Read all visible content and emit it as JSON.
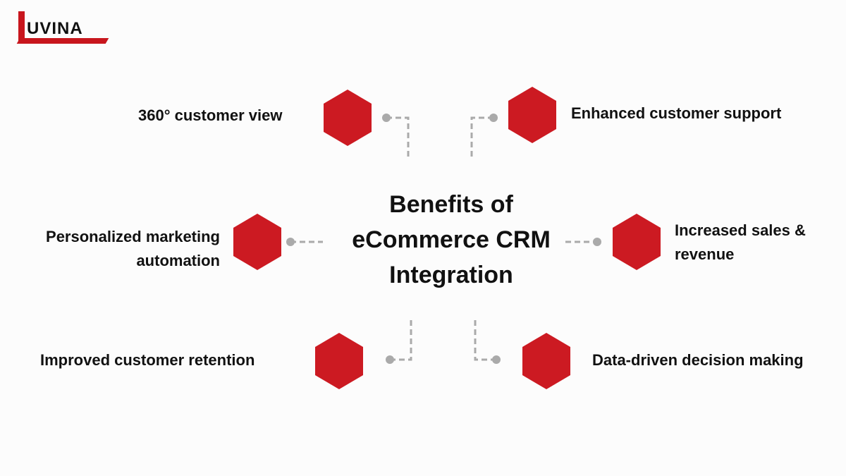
{
  "logo": {
    "text": "UVINA",
    "brand_color": "#c8161d"
  },
  "title": {
    "line1": "Benefits of",
    "line2": "eCommerce CRM",
    "line3": "Integration"
  },
  "benefits": [
    {
      "label": "360° customer view",
      "position": "top-left"
    },
    {
      "label": "Enhanced customer support",
      "position": "top-right"
    },
    {
      "label_line1": "Personalized marketing",
      "label_line2": "automation",
      "position": "middle-left"
    },
    {
      "label_line1": "Increased sales &",
      "label_line2": "revenue",
      "position": "middle-right"
    },
    {
      "label": "Improved customer retention",
      "position": "bottom-left"
    },
    {
      "label": "Data-driven decision making",
      "position": "bottom-right"
    }
  ],
  "colors": {
    "hexagon": "#cc1a22",
    "connector": "#aaaaaa",
    "text": "#111111"
  }
}
